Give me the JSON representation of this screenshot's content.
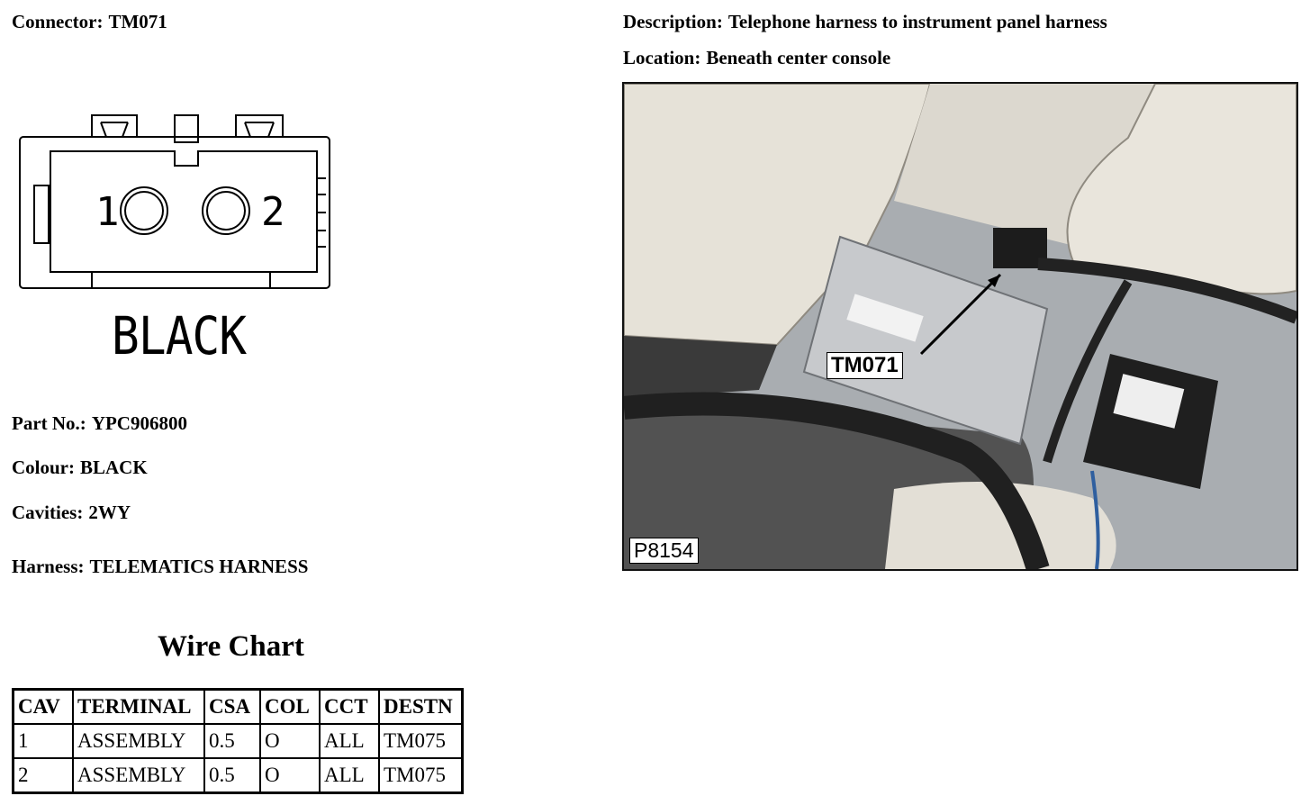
{
  "connector": {
    "label": "Connector:",
    "value": "TM071"
  },
  "description": {
    "label": "Description:",
    "value": "Telephone harness to instrument panel harness"
  },
  "location": {
    "label": "Location:",
    "value": "Beneath center console"
  },
  "diagram": {
    "cavity_1": "1",
    "cavity_2": "2",
    "colour_text": "BLACK"
  },
  "part_no": {
    "label": "Part No.:",
    "value": "YPC906800"
  },
  "colour": {
    "label": "Colour:",
    "value": "BLACK"
  },
  "cavities": {
    "label": "Cavities:",
    "value": "2WY"
  },
  "harness": {
    "label": "Harness:",
    "value": "TELEMATICS HARNESS"
  },
  "wire_chart": {
    "title": "Wire Chart",
    "headers": [
      "CAV",
      "TERMINAL",
      "CSA",
      "COL",
      "CCT",
      "DESTN"
    ],
    "rows": [
      [
        "1",
        "ASSEMBLY",
        "0.5",
        "O",
        "ALL",
        "TM075"
      ],
      [
        "2",
        "ASSEMBLY",
        "0.5",
        "O",
        "ALL",
        "TM075"
      ]
    ]
  },
  "photo": {
    "callout": "TM071",
    "code": "P8154"
  }
}
